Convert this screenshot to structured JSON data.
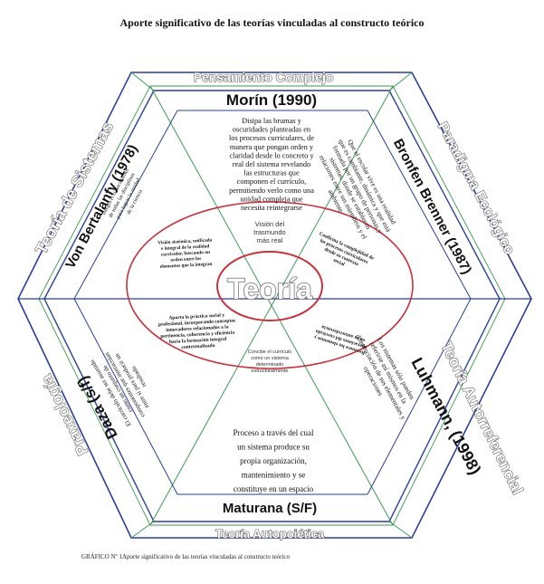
{
  "title": "Aporte significativo de las teorías vinculadas al constructo teórico",
  "caption": "GRÁFICO Nº 1Aporte significativo de las teorías vinculadas al constructo teórico",
  "colors": {
    "hex_line": "#2a3f9a",
    "green_line": "#3d9a55",
    "ellipse": "#c8323c",
    "text": "#111111"
  },
  "outer_labels": {
    "top": "Pensamiento Complejo",
    "top_right": "Paradigma Ecológico",
    "bottom_right": "Teoría Autorreferencial",
    "bottom": "Teoría Autopoiética",
    "bottom_left": "Praxeología",
    "top_left": "Teoría de Sistemas"
  },
  "authors": {
    "top": "Morín (1990)",
    "top_right": "Bronfen Brenner (1987)",
    "bottom_right": "Luhmann, (1998)",
    "bottom": "Maturana (S/F)",
    "bottom_left": "Daza (s/f)",
    "top_left": "Von Bertalanfy (1978)"
  },
  "center": {
    "label": "Teoría",
    "ring_top": [
      "Visión del",
      "trasmundo",
      "más real"
    ],
    "ring_bottom": [
      "Concibe el currículo",
      "como un sistema",
      "determinado",
      "estructuralmente"
    ]
  },
  "sector_text": {
    "top": [
      "Disipa las brumas y",
      "oscuridades planteadas en",
      "los procesos curriculares, de",
      "manera que pongan orden y",
      "claridad desde lo concreto y",
      "real del sistema revelando",
      "las estructuras que",
      "componen el currículo,",
      "permitiendo verlo como una",
      "unidad compleja que",
      "necesita reintegrarse"
    ],
    "bottom": [
      "Proceso a través del cual",
      "un sistema produce su",
      "propia organización,",
      "mantenimiento y se",
      "constituye en un espacio"
    ],
    "top_right": [
      "Que el escolar vive es una realidad",
      "que es cambiante, dinámica y que está",
      "formada por un grupo de personas y",
      "sistemas, donde se establecen",
      "relaciones entre sus miembros y el",
      "ambiente"
    ],
    "bottom_right": [
      "Los sistemas sólo pueden",
      "referirse así mismos en la",
      "diferenciación de sus elementales y",
      "operaciones"
    ],
    "bottom_left": [
      "El currículo debe ser asumido",
      "como un conjunto de",
      "componentes que interactúan",
      "entre sí para producir un",
      "resultado"
    ],
    "top_left": [
      "Integra el conocimiento",
      "de todas las disciplinas",
      "para lograr la unidad",
      "de la ciencia"
    ]
  },
  "inner_text": {
    "top_left": [
      "Visión sistémica, unificada",
      "e integral de la realidad",
      "curricular, buscando un",
      "orden entre los",
      "elementos que la integran"
    ],
    "top_right": [
      "Confirma la complejidad de",
      "los procesos curriculares",
      "desde su contexto",
      "social"
    ],
    "bottom_left": [
      "Aporta la práctica social y",
      "profesional, incorporando conceptos",
      "innovadores relacionados a la",
      "pertinencia, coherencia y eficiencia",
      "hacia la formación integral",
      "contextualizada"
    ],
    "bottom_right": [
      "Reconoce los elementos y",
      "operaciones del currículo",
      "en su autorreferencia"
    ]
  }
}
